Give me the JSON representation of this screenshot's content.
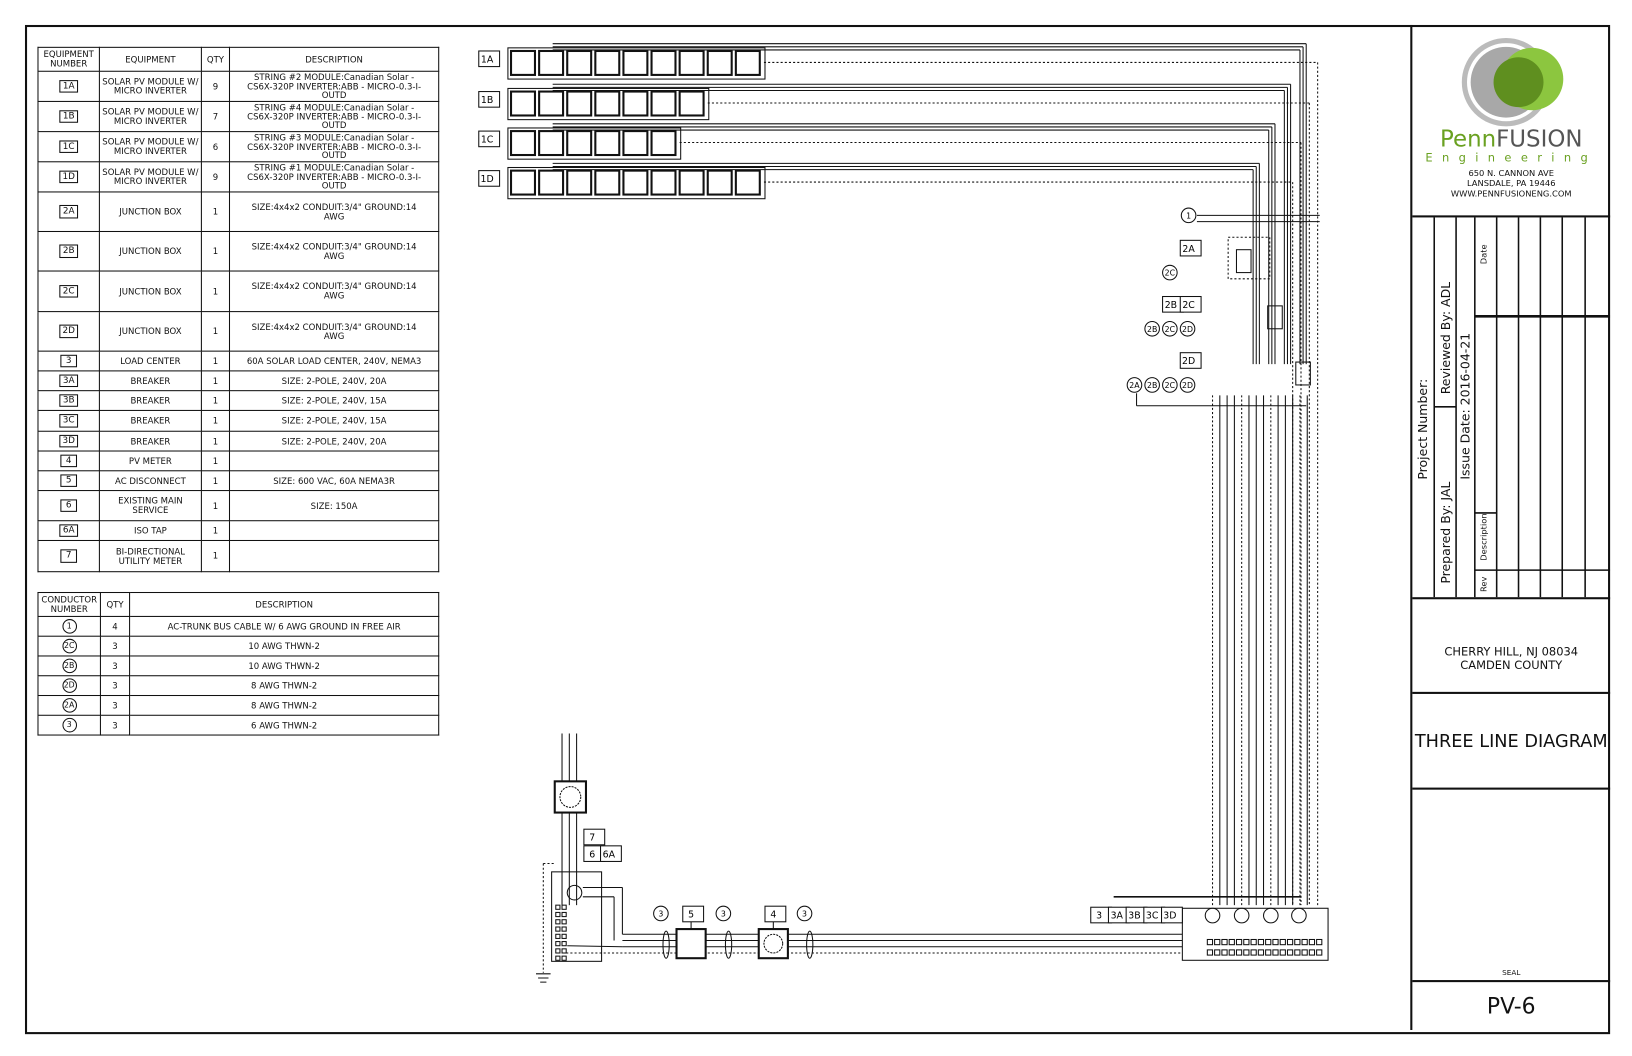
{
  "equipment_table": {
    "headers": [
      "EQUIPMENT NUMBER",
      "EQUIPMENT",
      "QTY",
      "DESCRIPTION"
    ],
    "rows": [
      {
        "num": "1A",
        "equipment": "SOLAR PV MODULE W/ MICRO INVERTER",
        "qty": "9",
        "description": "STRING #2 MODULE:Canadian Solar - CS6X-320P INVERTER:ABB - MICRO-0.3-I-OUTD"
      },
      {
        "num": "1B",
        "equipment": "SOLAR PV MODULE W/ MICRO INVERTER",
        "qty": "7",
        "description": "STRING #4 MODULE:Canadian Solar - CS6X-320P INVERTER:ABB - MICRO-0.3-I-OUTD"
      },
      {
        "num": "1C",
        "equipment": "SOLAR PV MODULE W/ MICRO INVERTER",
        "qty": "6",
        "description": "STRING #3 MODULE:Canadian Solar - CS6X-320P INVERTER:ABB - MICRO-0.3-I-OUTD"
      },
      {
        "num": "1D",
        "equipment": "SOLAR PV MODULE W/ MICRO INVERTER",
        "qty": "9",
        "description": "STRING #1 MODULE:Canadian Solar - CS6X-320P INVERTER:ABB - MICRO-0.3-I-OUTD"
      },
      {
        "num": "2A",
        "equipment": "JUNCTION BOX",
        "qty": "1",
        "description": "SIZE:4x4x2 CONDUIT:3/4\" GROUND:14 AWG"
      },
      {
        "num": "2B",
        "equipment": "JUNCTION BOX",
        "qty": "1",
        "description": "SIZE:4x4x2 CONDUIT:3/4\" GROUND:14 AWG"
      },
      {
        "num": "2C",
        "equipment": "JUNCTION BOX",
        "qty": "1",
        "description": "SIZE:4x4x2 CONDUIT:3/4\" GROUND:14 AWG"
      },
      {
        "num": "2D",
        "equipment": "JUNCTION BOX",
        "qty": "1",
        "description": "SIZE:4x4x2 CONDUIT:3/4\" GROUND:14 AWG"
      },
      {
        "num": "3",
        "equipment": "LOAD CENTER",
        "qty": "1",
        "description": "60A SOLAR LOAD CENTER, 240V, NEMA3"
      },
      {
        "num": "3A",
        "equipment": "BREAKER",
        "qty": "1",
        "description": "SIZE: 2-POLE, 240V, 20A"
      },
      {
        "num": "3B",
        "equipment": "BREAKER",
        "qty": "1",
        "description": "SIZE: 2-POLE, 240V, 15A"
      },
      {
        "num": "3C",
        "equipment": "BREAKER",
        "qty": "1",
        "description": "SIZE: 2-POLE, 240V, 15A"
      },
      {
        "num": "3D",
        "equipment": "BREAKER",
        "qty": "1",
        "description": "SIZE: 2-POLE, 240V, 20A"
      },
      {
        "num": "4",
        "equipment": "PV METER",
        "qty": "1",
        "description": ""
      },
      {
        "num": "5",
        "equipment": "AC DISCONNECT",
        "qty": "1",
        "description": "SIZE: 600 VAC, 60A NEMA3R"
      },
      {
        "num": "6",
        "equipment": "EXISTING MAIN SERVICE",
        "qty": "1",
        "description": "SIZE: 150A"
      },
      {
        "num": "6A",
        "equipment": "ISO TAP",
        "qty": "1",
        "description": ""
      },
      {
        "num": "7",
        "equipment": "BI-DIRECTIONAL UTILITY METER",
        "qty": "1",
        "description": ""
      }
    ]
  },
  "conductor_table": {
    "headers": [
      "CONDUCTOR NUMBER",
      "QTY",
      "DESCRIPTION"
    ],
    "rows": [
      {
        "num": "1",
        "qty": "4",
        "description": "AC-TRUNK BUS CABLE W/ 6 AWG GROUND IN FREE AIR"
      },
      {
        "num": "2C",
        "qty": "3",
        "description": "10 AWG THWN-2"
      },
      {
        "num": "2B",
        "qty": "3",
        "description": "10 AWG THWN-2"
      },
      {
        "num": "2D",
        "qty": "3",
        "description": "8 AWG THWN-2"
      },
      {
        "num": "2A",
        "qty": "3",
        "description": "8 AWG THWN-2"
      },
      {
        "num": "3",
        "qty": "3",
        "description": "6 AWG THWN-2"
      }
    ]
  },
  "diagram": {
    "strings": [
      {
        "label": "1A",
        "modules": 9
      },
      {
        "label": "1B",
        "modules": 7
      },
      {
        "label": "1C",
        "modules": 6
      },
      {
        "label": "1D",
        "modules": 9
      }
    ],
    "box_tags": [
      "2A",
      "2B",
      "2C",
      "2D",
      "7",
      "6",
      "6A",
      "5",
      "4",
      "3",
      "3A",
      "3B",
      "3C",
      "3D"
    ],
    "circle_tags": [
      "1",
      "2C",
      "2B",
      "2C",
      "2D",
      "2A",
      "2B",
      "2C",
      "2D",
      "3",
      "3",
      "3"
    ]
  },
  "title_block": {
    "company_first": "Penn",
    "company_second": "FUSION",
    "company_sub": "Engineering",
    "address1": "650 N. CANNON AVE",
    "address2": "LANSDALE, PA 19446",
    "website": "WWW.PENNFUSIONENG.COM",
    "project_number": "Project Number:",
    "prepared_by": "Prepared By: JAL",
    "reviewed_by": "Reviewed By: ADL",
    "issue_date": "Issue Date: 2016-04-21",
    "date_label": "Date",
    "description_label": "Description",
    "rev_label": "Rev",
    "location1": "CHERRY HILL, NJ 08034",
    "location2": "CAMDEN COUNTY",
    "drawing_title": "THREE LINE DIAGRAM",
    "seal_label": "SEAL",
    "sheet_number": "PV-6",
    "colors": {
      "brand_green": "#6aa121",
      "logo_gray": "#9a9a9a"
    }
  }
}
